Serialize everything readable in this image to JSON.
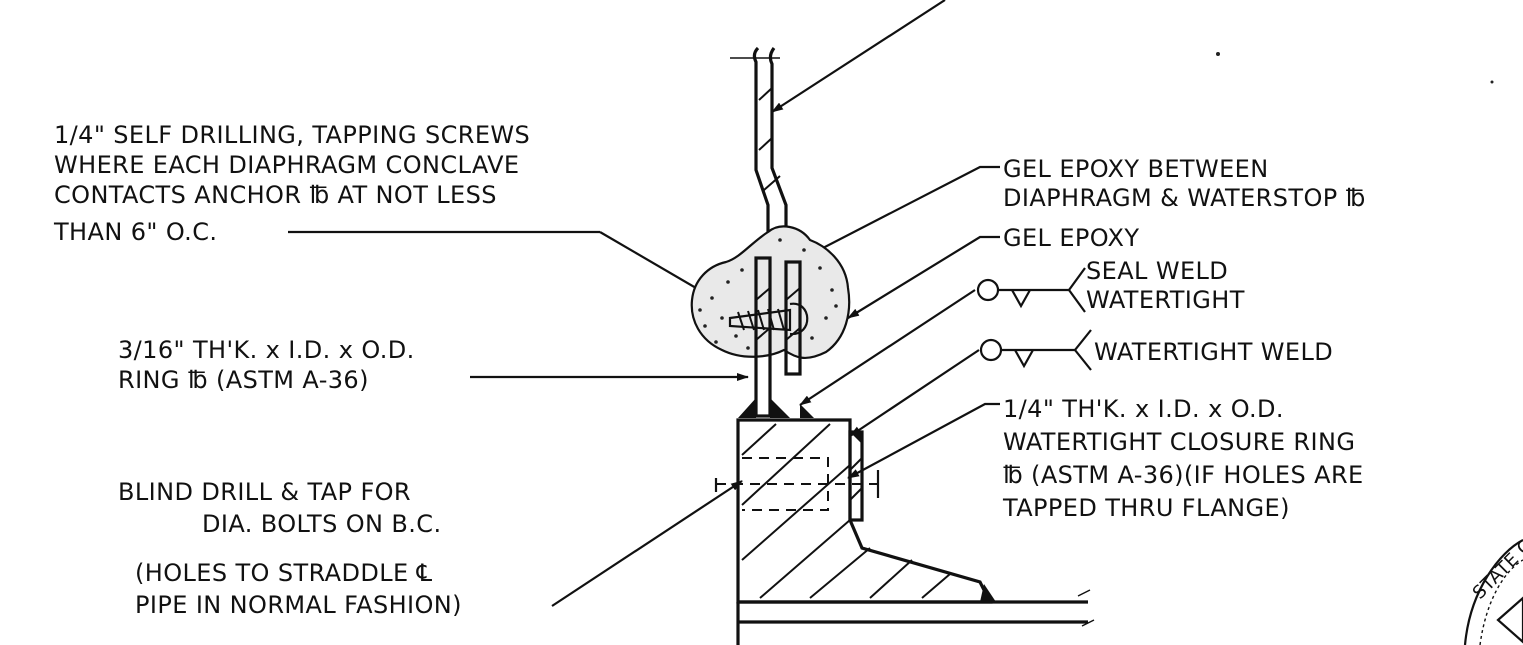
{
  "labels": {
    "screws": [
      "1/4\" SELF DRILLING, TAPPING SCREWS",
      "WHERE EACH DIAPHRAGM CONCLAVE",
      "CONTACTS ANCHOR ℔ AT NOT LESS",
      "THAN  6\"  O.C."
    ],
    "ring": [
      "3/16\" TH'K. x      I.D. x       O.D.",
      "RING  ℔  (ASTM  A-36)"
    ],
    "blind_drill": [
      "BLIND  DRILL  &  TAP FOR",
      "DIA.  BOLTS  ON       B.C.",
      "(HOLES  TO  STRADDLE  ℄",
      "PIPE  IN  NORMAL  FASHION)"
    ],
    "gel_epoxy_between": [
      "GEL  EPOXY  BETWEEN",
      "DIAPHRAGM  &  WATERSTOP  ℔"
    ],
    "gel_epoxy": "GEL  EPOXY",
    "seal_weld": [
      "SEAL  WELD",
      "WATERTIGHT"
    ],
    "watertight_weld": "WATERTIGHT  WELD",
    "closure_ring": [
      "1/4\"  TH'K. x      I.D. x      O.D.",
      "WATERTIGHT  CLOSURE  RING",
      "℔ (ASTM  A-36)(IF  HOLES  ARE",
      "TAPPED  THRU  FLANGE)"
    ],
    "seal_stamp": "STATE O"
  }
}
